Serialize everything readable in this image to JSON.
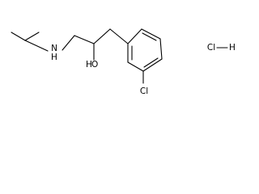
{
  "molecule": {
    "atoms": {
      "nitrogen": "N",
      "hydrogen_on_n": "H",
      "oxygen": "O",
      "hydrogen_on_o": "H",
      "chlorine": "Cl"
    },
    "counter_ion": {
      "chlorine": "Cl",
      "hydrogen": "H"
    }
  }
}
